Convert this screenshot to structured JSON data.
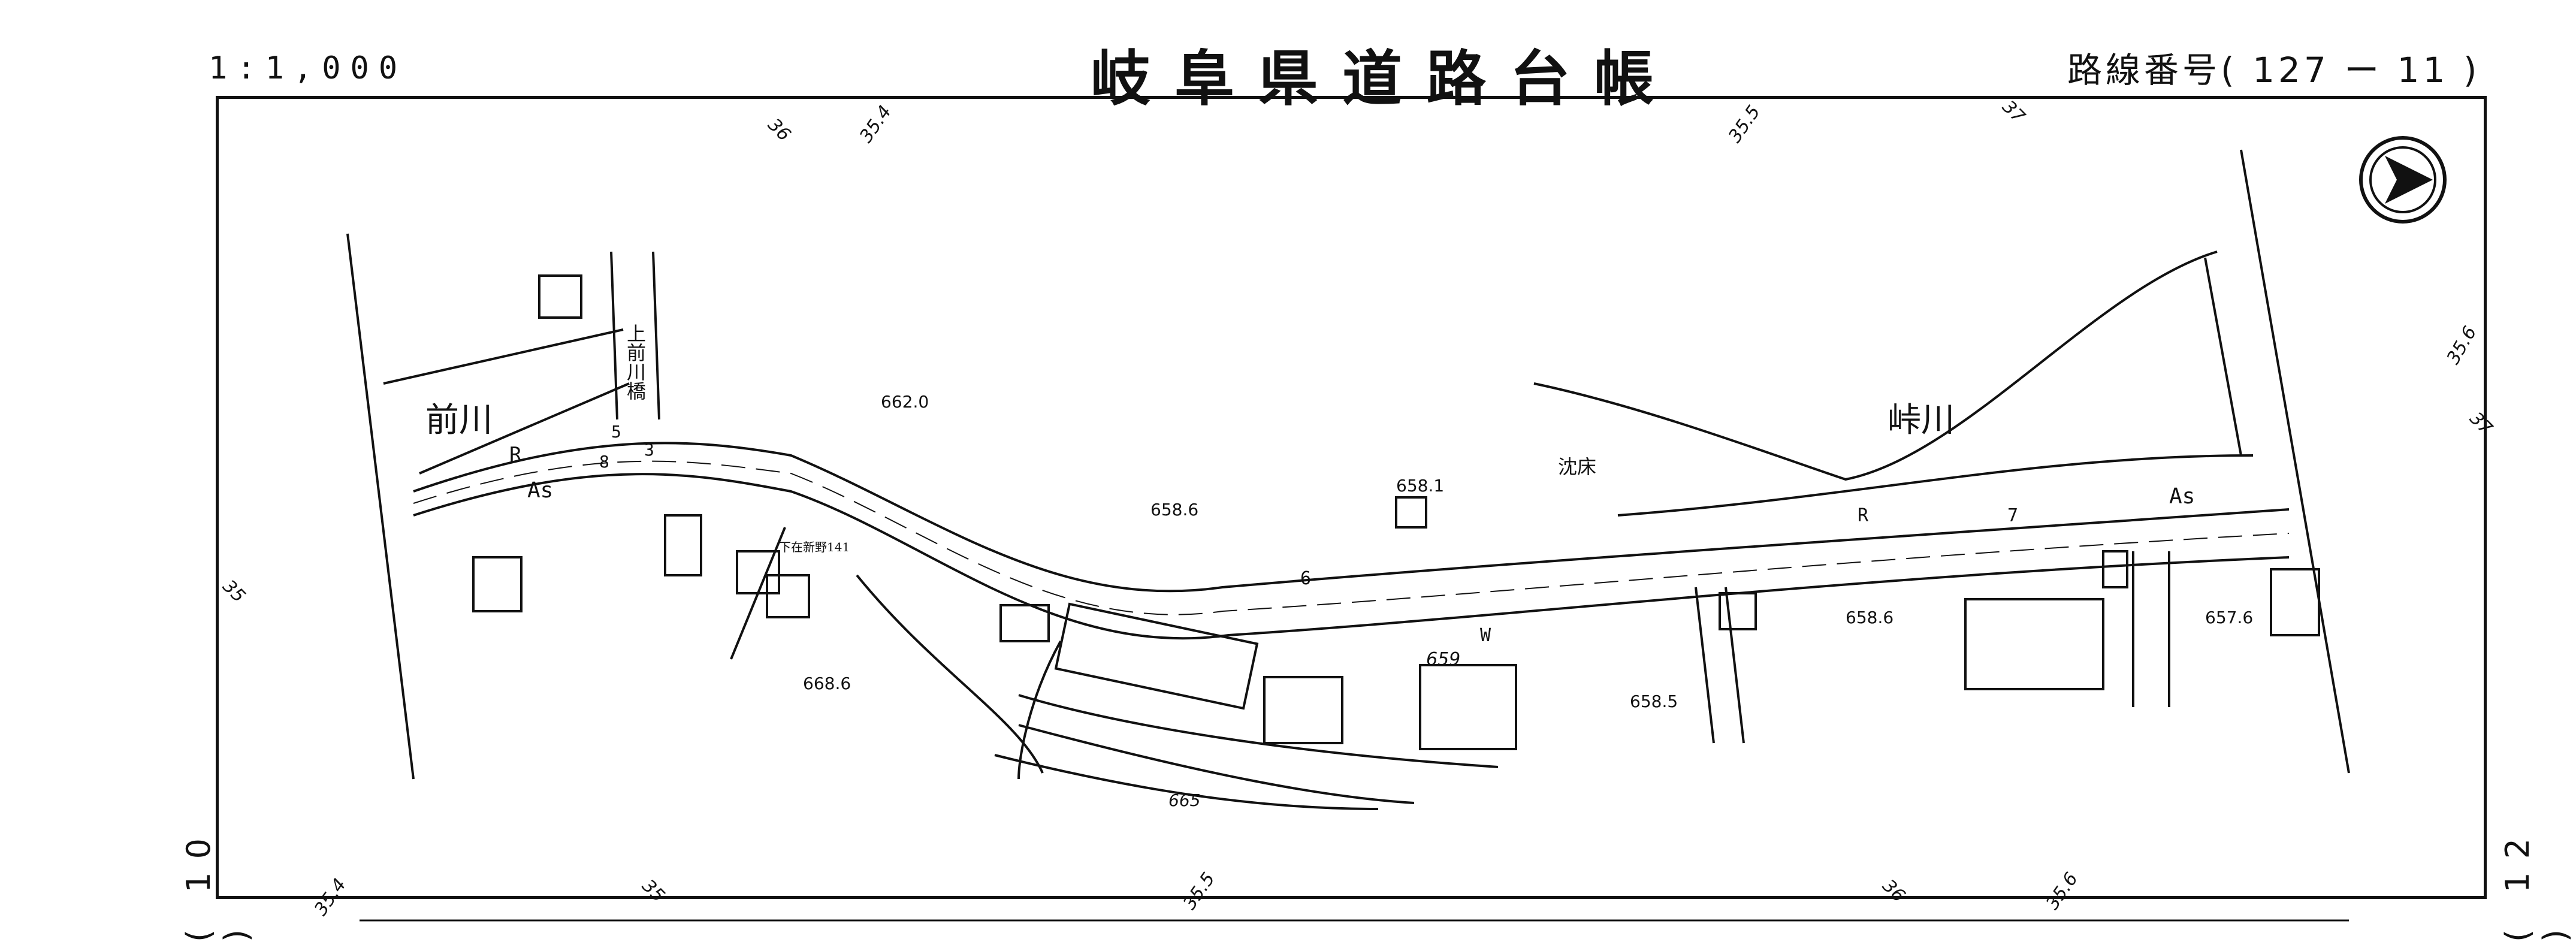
{
  "header": {
    "scale": "1:1,000",
    "title": "岐阜県道路台帳",
    "route_number": "路線番号( 127 ー 11 )"
  },
  "sheet_links": {
    "left": "( 10 )",
    "right": "( 12 )"
  },
  "map": {
    "rivers": {
      "maekawa": "前川",
      "toge_gawa": "峠川"
    },
    "bridge_name": "上前川橋",
    "river_bed_label": "沈床",
    "benchmark_label": "下在新野141",
    "surface_labels": {
      "road": "R",
      "asphalt": "As",
      "water": "W"
    },
    "numbers": {
      "n5": "5",
      "n6": "6",
      "n7": "7",
      "n8": "8",
      "n3": "3"
    },
    "spot_heights": [
      "662.0",
      "658.6",
      "658.1",
      "668.6",
      "658.5",
      "658.6",
      "657.6"
    ],
    "contours": [
      "659",
      "665"
    ],
    "stations": [
      "36",
      "35.4",
      "35.5",
      "37",
      "35.6",
      "37",
      "35",
      "35.4",
      "35",
      "35.5",
      "36",
      "35.6"
    ],
    "north_arrow": "north-arrow"
  }
}
